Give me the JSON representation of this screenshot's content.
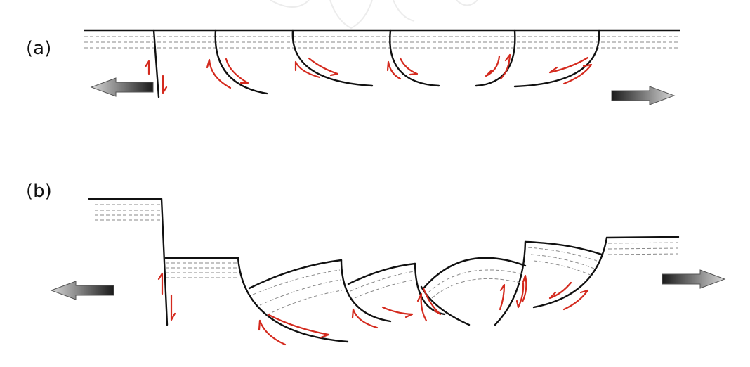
{
  "panels": [
    {
      "id": "a",
      "label": "(a)"
    },
    {
      "id": "b",
      "label": "(b)"
    }
  ],
  "colors": {
    "fault_line": "#111111",
    "slip_arrow": "#d42a1e",
    "bedding": "#8a8a8a",
    "extension_arrow_dark": "#1a1a1a",
    "extension_arrow_light": "#d0d0d0"
  },
  "icons": {
    "extension_left": "left-arrow-icon",
    "extension_right": "right-arrow-icon"
  }
}
